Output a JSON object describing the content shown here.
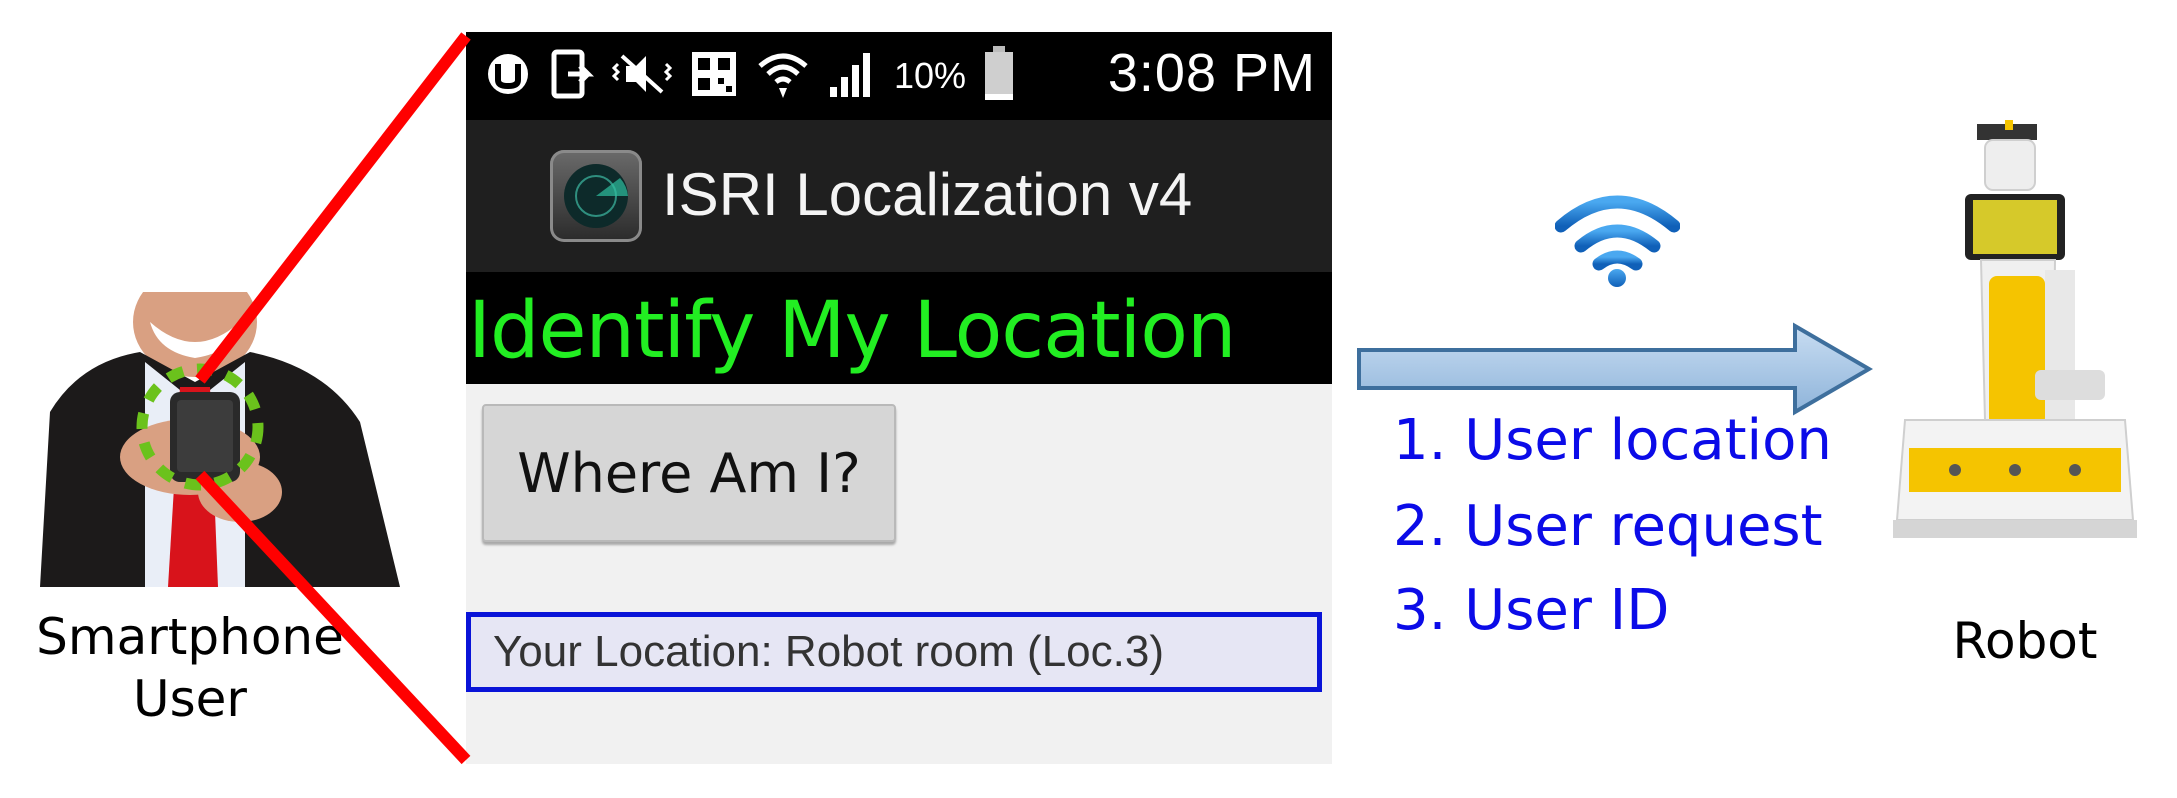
{
  "user": {
    "caption_line1": "Smartphone",
    "caption_line2": "User"
  },
  "phone": {
    "status_bar": {
      "battery_percent": "10%",
      "time": "3:08 PM",
      "icons": [
        "app-notification-icon",
        "screen-share-icon",
        "vibrate-mute-icon",
        "qr-code-icon",
        "wifi-icon",
        "signal-bars-icon",
        "battery-icon"
      ]
    },
    "app_title": "ISRI Localization v4",
    "app_icon": "radar-icon",
    "heading": "Identify My Location",
    "where_button_label": "Where Am I?",
    "location_text": "Your Location: Robot room (Loc.3)"
  },
  "link": {
    "icon": "wifi-icon",
    "messages": [
      "1. User location",
      "2. User request",
      "3. User ID"
    ]
  },
  "robot": {
    "caption": "Robot"
  },
  "colors": {
    "highlight_lines": "#ff0000",
    "heading_green": "#22ee22",
    "message_blue": "#0b0be8",
    "field_border": "#0a14d8",
    "arrow_fill": "#a9c8e6",
    "robot_yellow": "#f5c400"
  }
}
